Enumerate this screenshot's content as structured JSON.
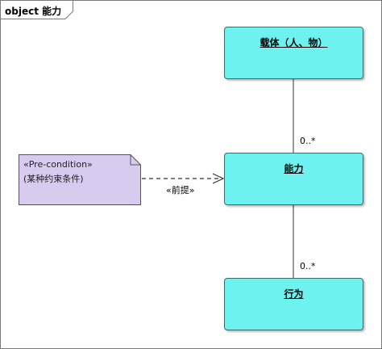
{
  "frame": {
    "type_keyword": "object",
    "name": "能力",
    "title": "object 能力"
  },
  "objects": {
    "carrier": "载体（人、物）",
    "capability": "能力",
    "behavior": "行为"
  },
  "note": {
    "stereotype": "«Pre-condition»",
    "text": "(某种约束条件)"
  },
  "relations": {
    "dependency_label": "«前提»",
    "carrier_capability_multiplicity": "0..*",
    "capability_behavior_multiplicity": "0..*"
  },
  "colors": {
    "object_fill": "#6ef2f0",
    "note_fill": "#d8cbf0",
    "line": "#333333"
  }
}
